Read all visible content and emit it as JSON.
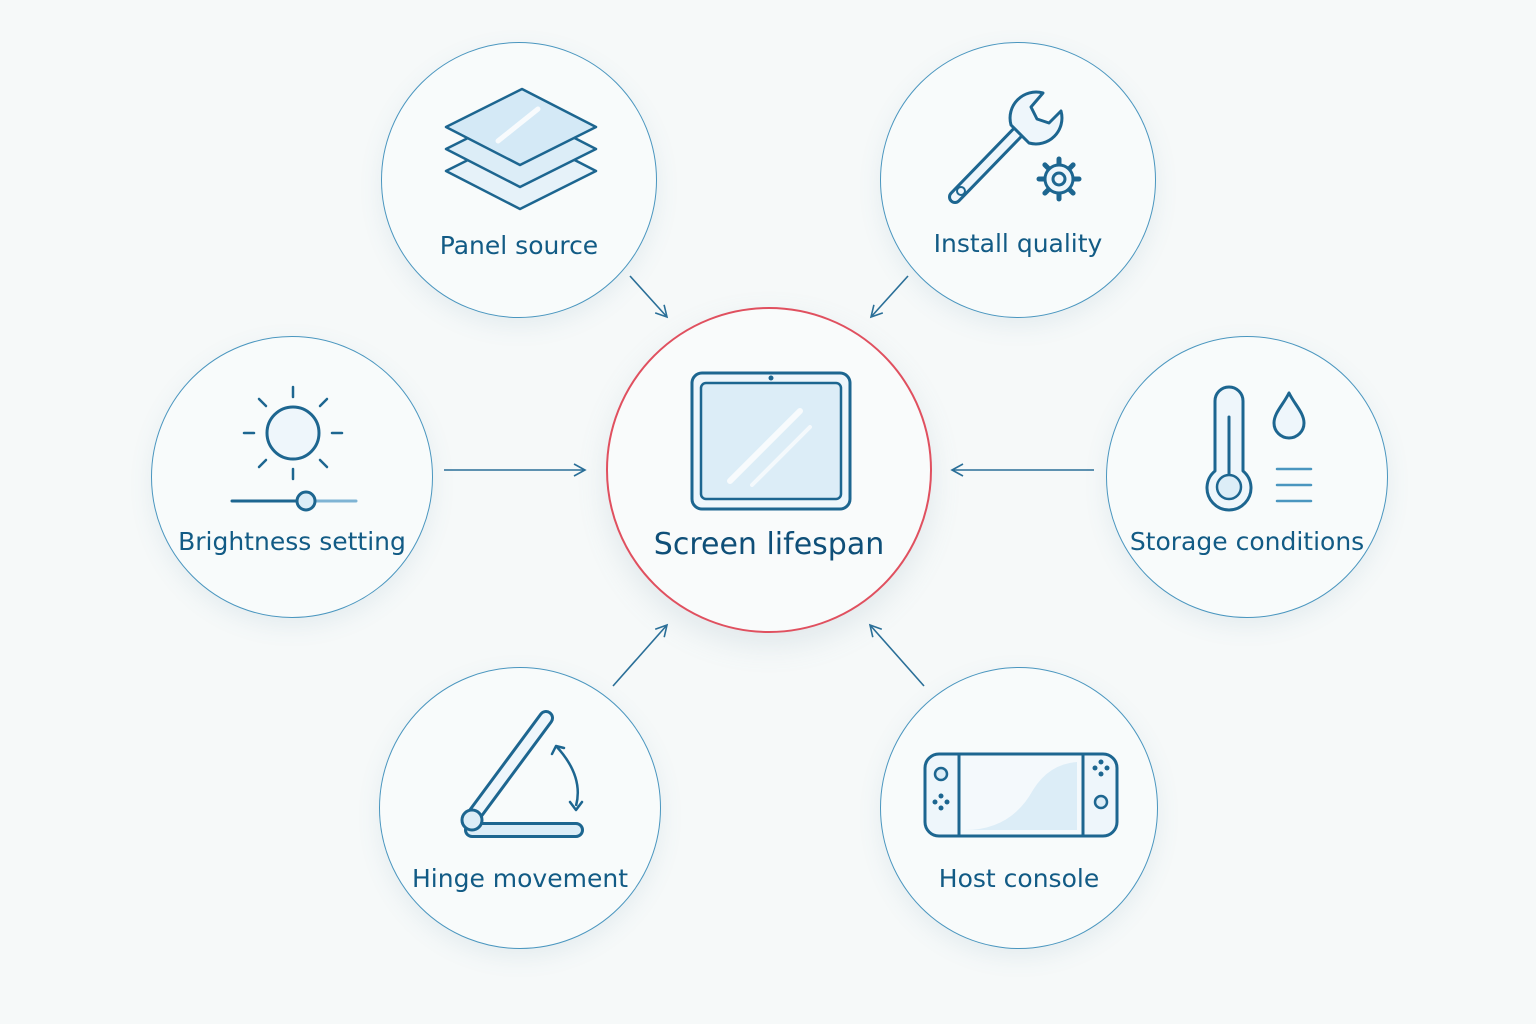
{
  "center": {
    "label": "Screen lifespan",
    "icon": "tablet-screen-icon",
    "border_color": "#e0505f"
  },
  "factors": [
    {
      "key": "panel",
      "label": "Panel source",
      "icon": "stacked-panels-icon"
    },
    {
      "key": "install",
      "label": "Install quality",
      "icon": "wrench-gear-icon"
    },
    {
      "key": "brightness",
      "label": "Brightness setting",
      "icon": "sun-slider-icon"
    },
    {
      "key": "storage",
      "label": "Storage conditions",
      "icon": "thermometer-droplet-icon"
    },
    {
      "key": "hinge",
      "label": "Hinge movement",
      "icon": "hinge-icon"
    },
    {
      "key": "console",
      "label": "Host console",
      "icon": "handheld-console-icon"
    }
  ],
  "colors": {
    "accent": "#125b85",
    "node_border": "#4a96bf",
    "icon_fill": "#dcedf7",
    "background": "#f6f9f9"
  }
}
